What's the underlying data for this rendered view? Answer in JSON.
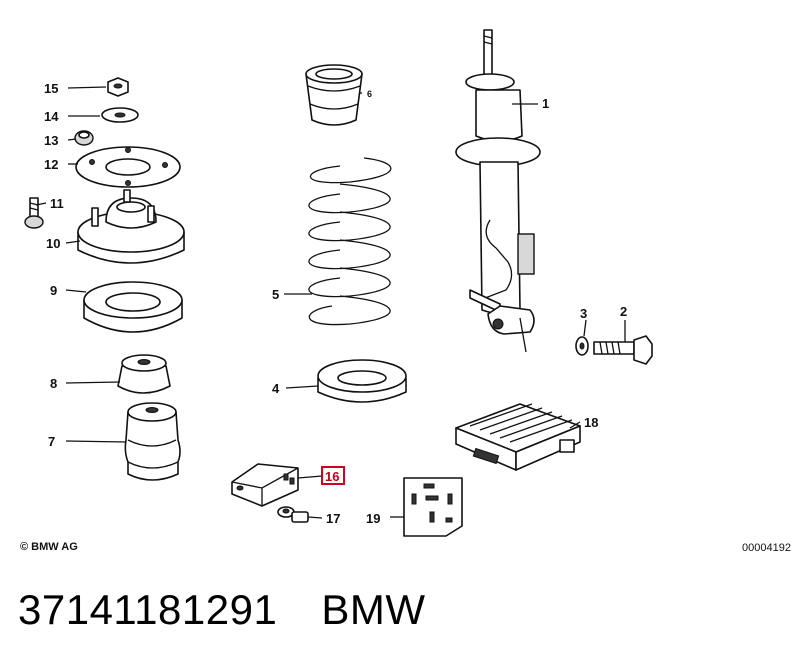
{
  "diagram": {
    "callouts": [
      {
        "num": "1"
      },
      {
        "num": "2"
      },
      {
        "num": "3"
      },
      {
        "num": "4"
      },
      {
        "num": "5"
      },
      {
        "num": "6"
      },
      {
        "num": "7"
      },
      {
        "num": "8"
      },
      {
        "num": "9"
      },
      {
        "num": "10"
      },
      {
        "num": "11"
      },
      {
        "num": "12"
      },
      {
        "num": "13"
      },
      {
        "num": "14"
      },
      {
        "num": "15"
      },
      {
        "num": "16"
      },
      {
        "num": "17"
      },
      {
        "num": "18"
      },
      {
        "num": "19"
      }
    ],
    "highlight_color": "#d0021b"
  },
  "copyright": "© BMW AG",
  "diagram_code": "00004192",
  "footer": {
    "part_number": "37141181291",
    "brand": "BMW"
  }
}
